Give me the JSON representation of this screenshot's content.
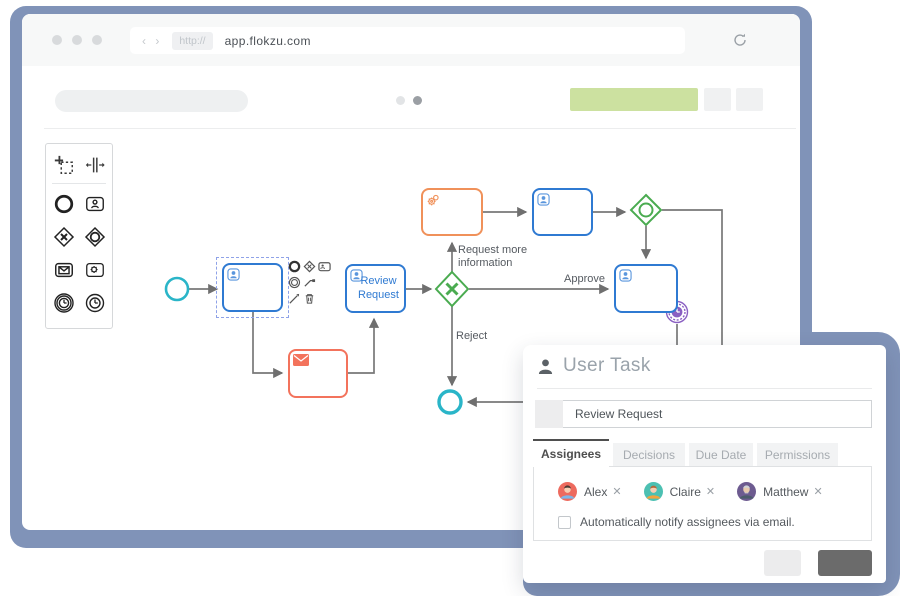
{
  "browser": {
    "protocol_badge": "http://",
    "url": "app.flokzu.com",
    "nav_chevrons": "‹ ›"
  },
  "diagram": {
    "review_task_label": "Review Request",
    "request_more_label": "Request more information",
    "approve_label": "Approve",
    "reject_label": "Reject"
  },
  "dialog": {
    "title": "User Task",
    "task_name": "Review Request",
    "tabs": [
      {
        "label": "Assignees"
      },
      {
        "label": "Decisions"
      },
      {
        "label": "Due Date"
      },
      {
        "label": "Permissions"
      }
    ],
    "assignees": [
      {
        "name": "Alex"
      },
      {
        "name": "Claire"
      },
      {
        "name": "Matthew"
      }
    ],
    "remove_symbol": "✕",
    "checkbox_label": "Automatically notify assignees via email."
  },
  "colors": {
    "window_frame": "#8093b8",
    "task_blue": "#2f7ad2",
    "event_teal": "#2ab5c8",
    "gateway_green": "#4aab50",
    "service_orange": "#f0915a",
    "message_coral": "#f3735c",
    "timer_purple": "#8a5fc2",
    "flow_gray": "#787878",
    "green_button": "#cce1a0"
  }
}
